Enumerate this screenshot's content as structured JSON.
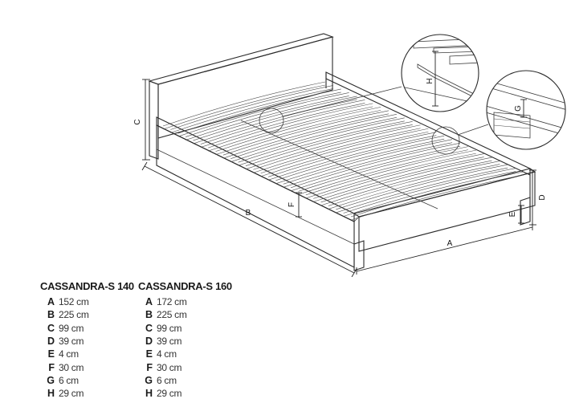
{
  "dimension_labels": {
    "A": "A",
    "B": "B",
    "C": "C",
    "D": "D",
    "E": "E",
    "F": "F",
    "G": "G",
    "H": "H"
  },
  "models": [
    {
      "name": "CASSANDRA-S 140",
      "dimensions": [
        {
          "letter": "A",
          "value": "152 cm"
        },
        {
          "letter": "B",
          "value": "225 cm"
        },
        {
          "letter": "C",
          "value": "99 cm"
        },
        {
          "letter": "D",
          "value": "39 cm"
        },
        {
          "letter": "E",
          "value": "4 cm"
        },
        {
          "letter": "F",
          "value": "30 cm"
        },
        {
          "letter": "G",
          "value": "6 cm"
        },
        {
          "letter": "H",
          "value": "29 cm"
        }
      ]
    },
    {
      "name": "CASSANDRA-S 160",
      "dimensions": [
        {
          "letter": "A",
          "value": "172 cm"
        },
        {
          "letter": "B",
          "value": "225 cm"
        },
        {
          "letter": "C",
          "value": "99 cm"
        },
        {
          "letter": "D",
          "value": "39 cm"
        },
        {
          "letter": "E",
          "value": "4 cm"
        },
        {
          "letter": "F",
          "value": "30 cm"
        },
        {
          "letter": "G",
          "value": "6 cm"
        },
        {
          "letter": "H",
          "value": "29 cm"
        }
      ]
    }
  ]
}
